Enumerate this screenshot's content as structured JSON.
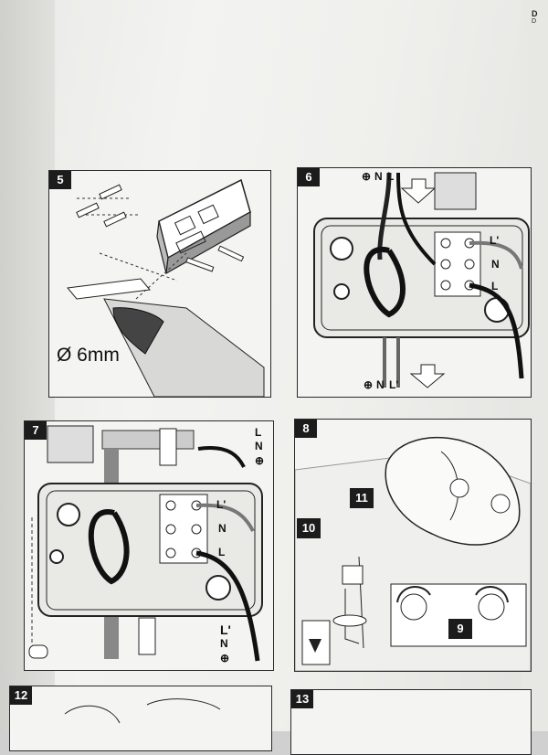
{
  "tab": {
    "letter": "D",
    "sub": "D"
  },
  "panels": {
    "p5": {
      "number": "5",
      "diameter": "Ø 6mm"
    },
    "p6": {
      "number": "6",
      "top_labels": [
        "⊕",
        "N",
        "L"
      ],
      "right_labels": [
        "L'",
        "N",
        "L"
      ],
      "bottom_labels": [
        "⊕",
        "N",
        "L'"
      ]
    },
    "p7": {
      "number": "7",
      "top_labels": [
        "L",
        "N",
        "⊕"
      ],
      "right_labels": [
        "L'",
        "N",
        "L"
      ],
      "bottom_labels": [
        "L'",
        "N",
        "⊕"
      ]
    },
    "p8": {
      "number": "8",
      "callouts": [
        "11",
        "10",
        "9"
      ]
    },
    "p12": {
      "number": "12"
    },
    "p13": {
      "number": "13"
    }
  }
}
